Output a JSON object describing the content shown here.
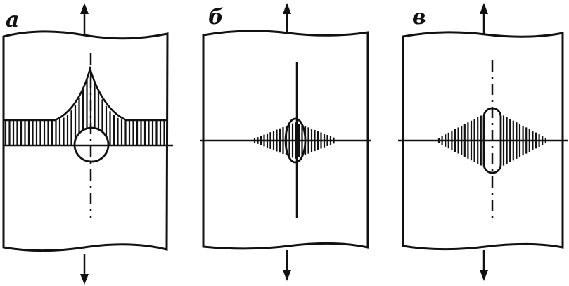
{
  "panels": [
    {
      "id": "a",
      "label": "а"
    },
    {
      "id": "b",
      "label": "б"
    },
    {
      "id": "v",
      "label": "в"
    }
  ],
  "colors": {
    "ink": "#111111",
    "paper": "#ffffff"
  }
}
